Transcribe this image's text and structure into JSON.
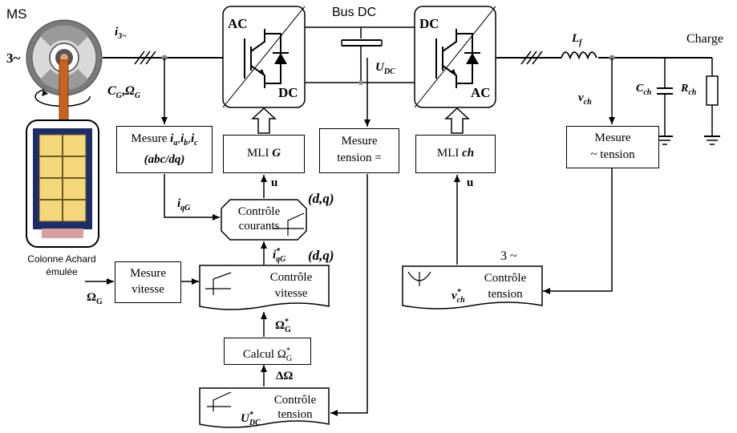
{
  "machine": {
    "ms": "MS",
    "phase3": "3~",
    "cg": "C",
    "cg_sub": "G",
    "omega": "Ω",
    "omega_sub": "G",
    "column_label_1": "Colonne Achard",
    "column_label_2": "émulée"
  },
  "converters": {
    "rect_ac": "AC",
    "rect_dc": "DC",
    "inv_dc": "DC",
    "inv_ac": "AC"
  },
  "dc_bus": {
    "title": "Bus DC",
    "udc": "U",
    "udc_sub": "DC"
  },
  "grid_side": {
    "lf": "L",
    "lf_sub": "f",
    "charge": "Charge",
    "vch": "v",
    "vch_sub": "ch",
    "cch": "C",
    "cch_sub": "ch",
    "rch": "R",
    "rch_sub": "ch"
  },
  "signals": {
    "i3": "i",
    "i3_sub": "3~",
    "iqg": "i",
    "iqg_sub": "qG",
    "iqg_ref": "i",
    "iqg_ref_sup": "*",
    "iqg_ref_sub": "qG",
    "u1": "u",
    "u2": "u",
    "dq1": "(d,q)",
    "dq2": "(d,q)",
    "omega_ref": "Ω",
    "omega_ref_sup": "*",
    "omega_ref_sub": "G",
    "delta_omega": "ΔΩ",
    "omega_in": "Ω",
    "omega_in_sub": "G",
    "three_ph": "3 ~"
  },
  "blocks": {
    "mesure_i_title": "Mesure",
    "mesure_i_vars": "i",
    "mesure_i_a": "a",
    "mesure_i_b": "b",
    "mesure_i_c": "c",
    "mesure_i_frame": "(abc/dq)",
    "mli_g": "MLI ",
    "mli_g_it": "G",
    "mesure_tension_1": "Mesure",
    "mesure_tension_2": "tension =",
    "mli_ch": "MLI ",
    "mli_ch_it": "ch",
    "mesure_ac_1": "Mesure",
    "mesure_ac_2": "~  tension",
    "controle_courants_1": "Contrôle",
    "controle_courants_2": "courants",
    "mesure_vitesse_1": "Mesure",
    "mesure_vitesse_2": "vitesse",
    "controle_vitesse_1": "Contrôle",
    "controle_vitesse_2": "vitesse",
    "calcul": "Calcul Ω",
    "calcul_sup": "*",
    "calcul_sub": "G",
    "controle_tension_1": "Contrôle",
    "controle_tension_2": "tension",
    "udc_ref": "U",
    "udc_ref_sup": "*",
    "udc_ref_sub": "DC",
    "controle_vch_1": "Contrôle",
    "controle_vch_2": "tension",
    "vch_ref": "v",
    "vch_ref_sup": "*",
    "vch_ref_sub": "ch"
  }
}
